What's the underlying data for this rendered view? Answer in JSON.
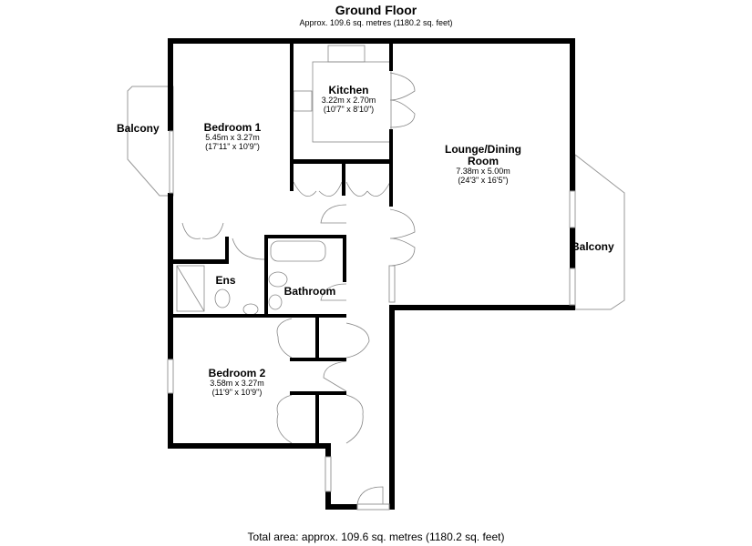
{
  "header": {
    "title": "Ground Floor",
    "subtitle": "Approx. 109.6 sq. metres (1180.2 sq. feet)"
  },
  "rooms": [
    {
      "name": "Kitchen",
      "metric": "3.22m x 2.70m",
      "imperial": "(10'7\" x 8'10\")"
    },
    {
      "name": "Bedroom 1",
      "metric": "5.45m x 3.27m",
      "imperial": "(17'11\" x 10'9\")"
    },
    {
      "name": "Lounge/Dining Room",
      "metric": "7.38m x 5.00m",
      "imperial": "(24'3\" x 16'5\")"
    },
    {
      "name": "Ens"
    },
    {
      "name": "Bathroom"
    },
    {
      "name": "Bedroom 2",
      "metric": "3.58m x 3.27m",
      "imperial": "(11'9\" x 10'9\")"
    }
  ],
  "balconies": [
    "Balcony",
    "Balcony"
  ],
  "footer": {
    "total": "Total area: approx. 109.6 sq. metres (1180.2 sq. feet)"
  }
}
